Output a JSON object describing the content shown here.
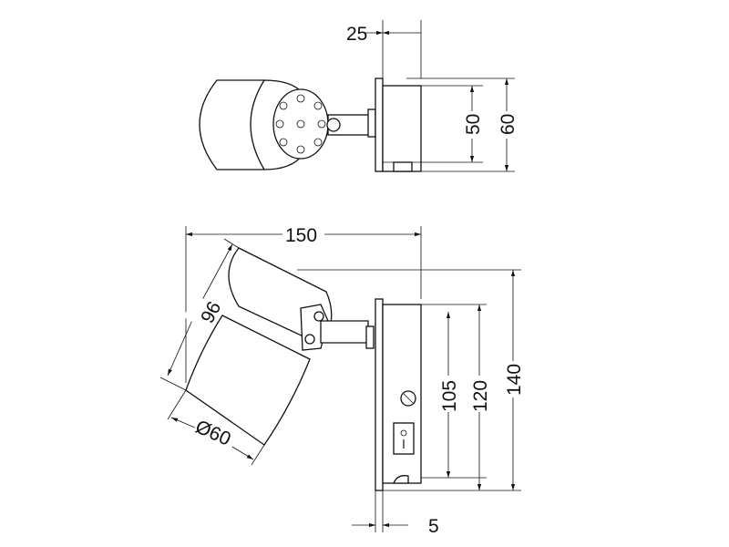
{
  "dimensions": {
    "top_depth": "25",
    "top_plate_inner": "50",
    "top_plate_outer": "60",
    "overall_width": "150",
    "head_length": "96",
    "head_diameter": "Ø60",
    "plate_inner": "105",
    "plate_mid": "120",
    "plate_outer": "140",
    "plate_thickness": "5"
  }
}
